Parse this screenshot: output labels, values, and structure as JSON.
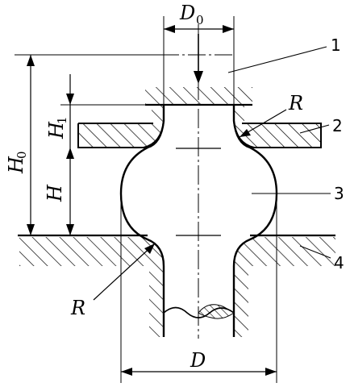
{
  "labels": {
    "D0": "D",
    "D0_sub": "0",
    "H0": "H",
    "H0_sub": "0",
    "H1": "H",
    "H1_sub": "1",
    "H": "H",
    "D": "D",
    "R_top": "R",
    "R_bottom": "R",
    "callout_1": "1",
    "callout_2": "2",
    "callout_3": "3",
    "callout_4": "4"
  }
}
